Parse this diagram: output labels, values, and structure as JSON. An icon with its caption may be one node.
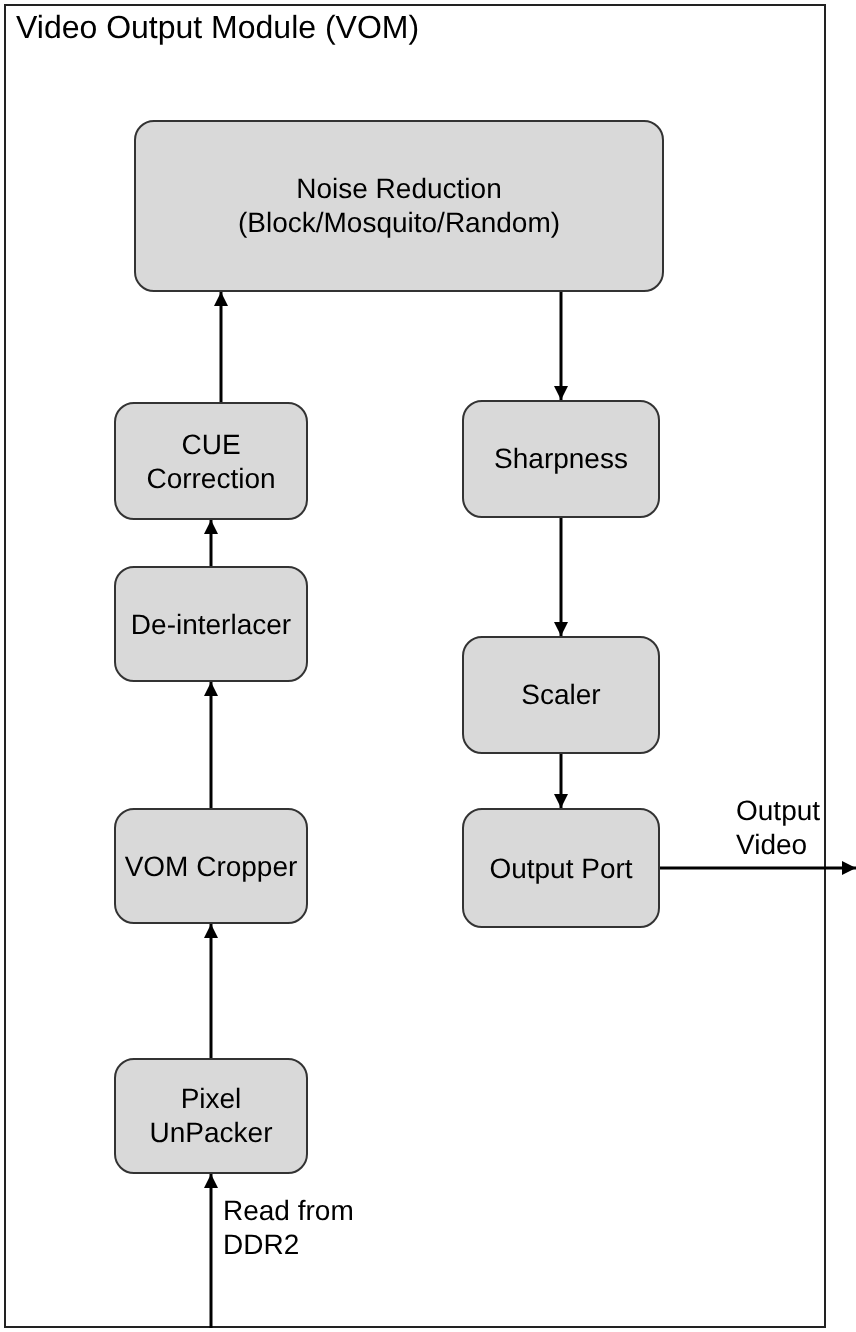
{
  "diagram": {
    "nodes": [
      {
        "text": [
          "Video Output Module (VOM)"
        ]
      },
      {
        "text": [
          "Noise Reduction (Block/Mosquito/Random)"
        ],
        "in": 0
      },
      {
        "text": [
          "CUE Correction"
        ],
        "in": 0
      },
      {
        "text": [
          "Sharpness"
        ],
        "in": 0
      },
      {
        "text": [
          "De-interlacer"
        ],
        "in": 0
      },
      {
        "text": [
          "Scaler"
        ],
        "in": 0
      },
      {
        "text": [
          "VOM Cropper"
        ],
        "in": 0
      },
      {
        "text": [
          "Output Port"
        ],
        "in": 0
      },
      {
        "text": [
          "Pixel UnPacker"
        ],
        "in": 0
      }
    ],
    "edges": [
      {
        "from": null,
        "to": 8,
        "arrow": "to",
        "label": "Read from DDR2"
      },
      {
        "from": 8,
        "to": 6,
        "arrow": "to"
      },
      {
        "from": 6,
        "to": 4,
        "arrow": "to"
      },
      {
        "from": 4,
        "to": 2,
        "arrow": "to"
      },
      {
        "from": 2,
        "to": 1,
        "arrow": "to"
      },
      {
        "from": 1,
        "to": 3,
        "arrow": "to"
      },
      {
        "from": 3,
        "to": 5,
        "arrow": "to"
      },
      {
        "from": 5,
        "to": 7,
        "arrow": "to"
      },
      {
        "from": 7,
        "to": null,
        "arrow": "to",
        "label": "Output Video"
      }
    ]
  }
}
